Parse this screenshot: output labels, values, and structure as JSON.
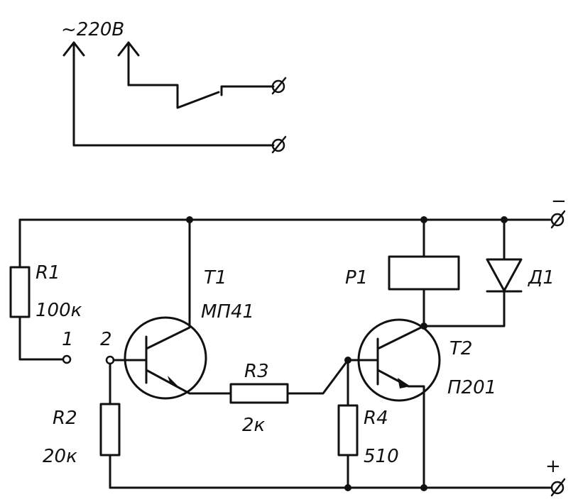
{
  "supply": {
    "voltage_label": "~220В"
  },
  "top_left": {
    "r1_ref": "R1",
    "r1_val": "100к",
    "node1": "1",
    "node2": "2"
  },
  "transistors": {
    "t1_ref": "T1",
    "t1_type": "МП41",
    "t2_ref": "T2",
    "t2_type": "П201"
  },
  "resistors": {
    "r2_ref": "R2",
    "r2_val": "20к",
    "r3_ref": "R3",
    "r3_val": "2к",
    "r4_ref": "R4",
    "r4_val": "510"
  },
  "relay": {
    "ref": "Р1"
  },
  "diode": {
    "ref": "Д1"
  },
  "terminals": {
    "plus": "+",
    "minus": "−"
  }
}
